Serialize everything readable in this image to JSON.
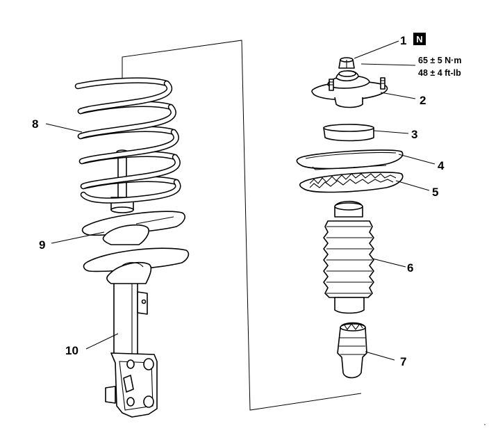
{
  "callouts": {
    "c1": "1",
    "c2": "2",
    "c3": "3",
    "c4": "4",
    "c5": "5",
    "c6": "6",
    "c7": "7",
    "c8": "8",
    "c9": "9",
    "c10": "10"
  },
  "nut_badge": "N",
  "torque": {
    "metric": "65 ± 5 N·m",
    "imperial": "48 ± 4 ft-lb"
  },
  "corner_mark": "·"
}
